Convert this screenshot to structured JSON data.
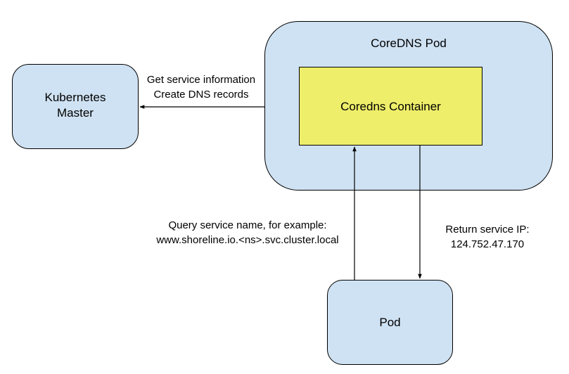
{
  "colors": {
    "node_fill": "#cfe2f3",
    "container_fill": "#eeee6a",
    "stroke": "#000000"
  },
  "nodes": {
    "kubernetes_master": {
      "line1": "Kubernetes",
      "line2": "Master"
    },
    "coredns_pod": {
      "label": "CoreDNS Pod"
    },
    "coredns_container": {
      "label": "Coredns Container"
    },
    "pod": {
      "label": "Pod"
    }
  },
  "edges": {
    "to_master": {
      "line1": "Get service information",
      "line2": "Create DNS records"
    },
    "query": {
      "line1": "Query service name, for example:",
      "line2": "www.shoreline.io.<ns>.svc.cluster.local"
    },
    "return": {
      "line1": "Return service IP:",
      "line2": "124.752.47.170"
    }
  }
}
